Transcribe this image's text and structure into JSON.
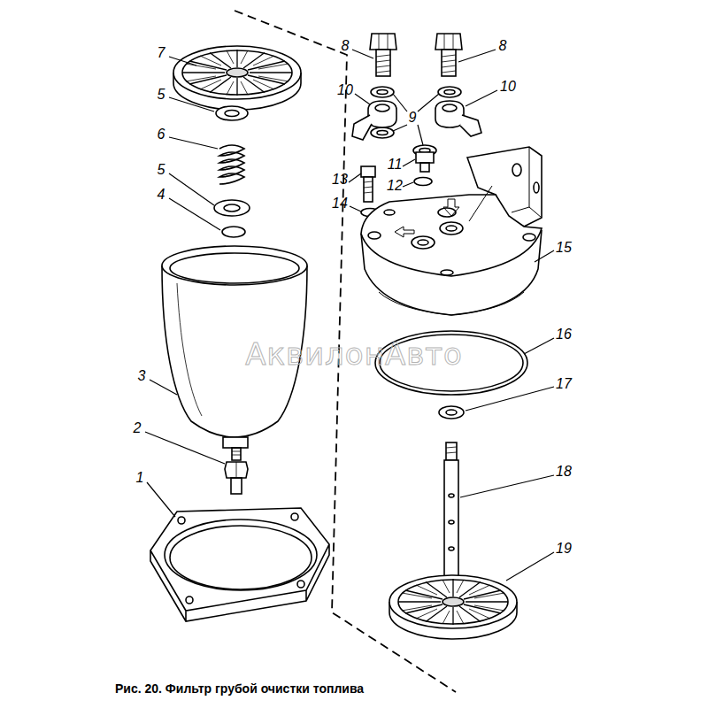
{
  "diagram": {
    "caption": "Рис. 20. Фильтр грубой очистки топлива",
    "labels": [
      "7",
      "5",
      "6",
      "5",
      "4",
      "3",
      "2",
      "1",
      "8",
      "8",
      "10",
      "9",
      "10",
      "13",
      "11",
      "12",
      "14",
      "15",
      "16",
      "17",
      "18",
      "19",
      "АквилонАвто"
    ]
  }
}
